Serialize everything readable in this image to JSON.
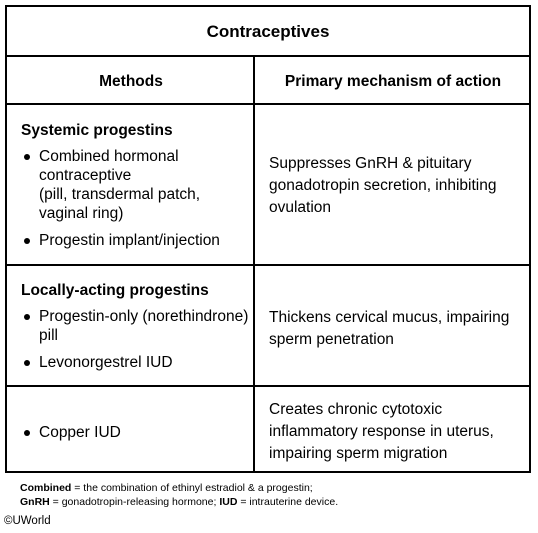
{
  "table": {
    "title": "Contraceptives",
    "columns": [
      "Methods",
      "Primary mechanism of action"
    ],
    "rows": [
      {
        "group": "Systemic progestins",
        "methods": [
          {
            "name": "Combined hormonal contraceptive",
            "detail": "(pill, transdermal patch, vaginal ring)"
          },
          {
            "name": "Progestin implant/injection"
          }
        ],
        "mechanism": "Suppresses GnRH & pituitary gonadotropin secretion, inhibiting ovulation"
      },
      {
        "group": "Locally-acting progestins",
        "methods": [
          {
            "name": "Progestin-only (norethindrone) pill"
          },
          {
            "name": "Levonorgestrel IUD"
          }
        ],
        "mechanism": "Thickens cervical mucus, impairing sperm penetration"
      },
      {
        "group": "",
        "methods": [
          {
            "name": "Copper IUD"
          }
        ],
        "mechanism": "Creates chronic cytotoxic inflammatory response in uterus, impairing sperm migration"
      }
    ]
  },
  "footnote": {
    "line1_term": "Combined",
    "line1_text": " = the combination of ethinyl estradiol & a progestin;",
    "line2_term1": "GnRH",
    "line2_text1": " = gonadotropin-releasing hormone; ",
    "line2_term2": "IUD",
    "line2_text2": " = intrauterine device."
  },
  "copyright": "©UWorld"
}
